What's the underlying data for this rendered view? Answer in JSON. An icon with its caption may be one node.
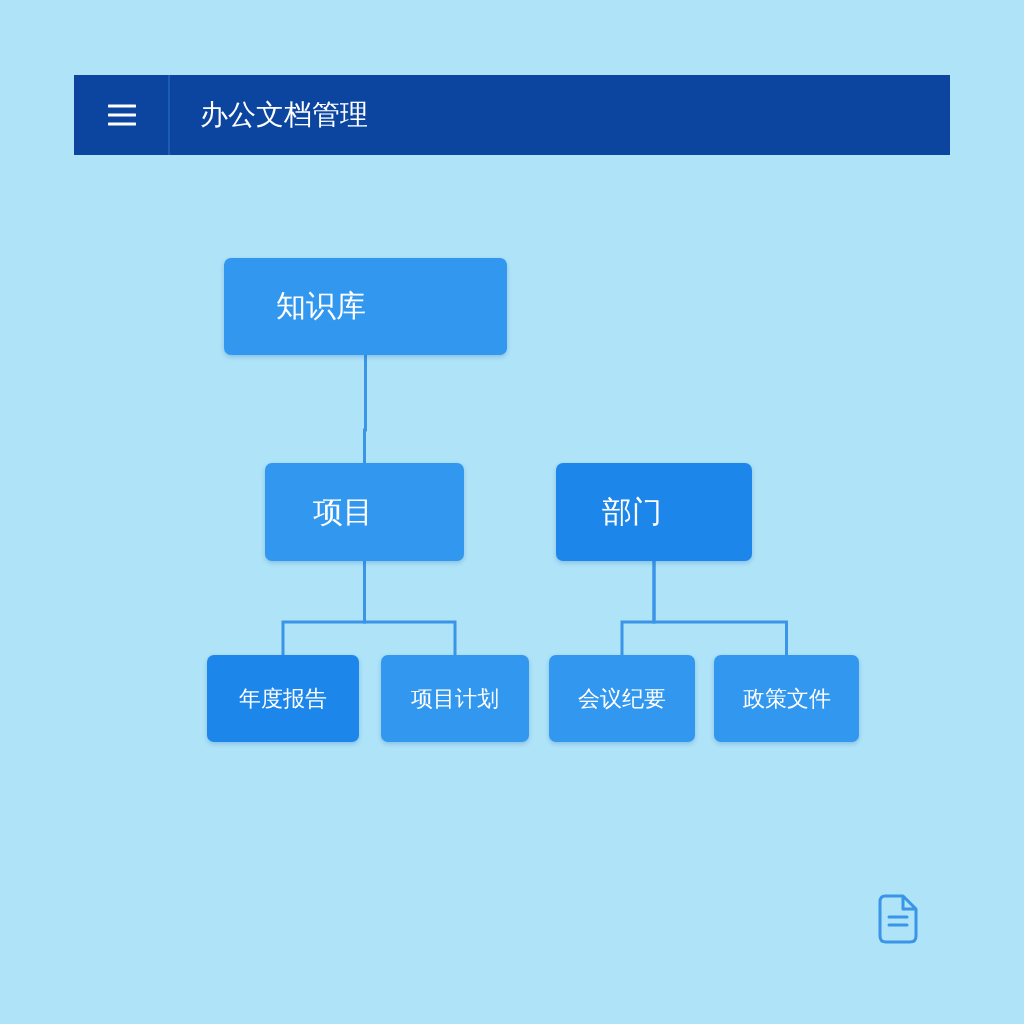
{
  "diagram": {
    "title": "办公文档管理",
    "nodes": [
      {
        "text": [
          "知识库"
        ]
      },
      {
        "text": [
          "项目"
        ]
      },
      {
        "text": [
          "部门"
        ]
      },
      {
        "text": [
          "年度报告"
        ]
      },
      {
        "text": [
          "项目计划"
        ]
      },
      {
        "text": [
          "会议纪要"
        ]
      },
      {
        "text": [
          "政策文件"
        ]
      }
    ],
    "edges": [
      {
        "from": 0,
        "to": 1,
        "arrow": "none"
      },
      {
        "from": 1,
        "to": 3,
        "arrow": "none"
      },
      {
        "from": 1,
        "to": 4,
        "arrow": "none"
      },
      {
        "from": 2,
        "to": 5,
        "arrow": "none"
      },
      {
        "from": 2,
        "to": 6,
        "arrow": "none"
      }
    ]
  }
}
